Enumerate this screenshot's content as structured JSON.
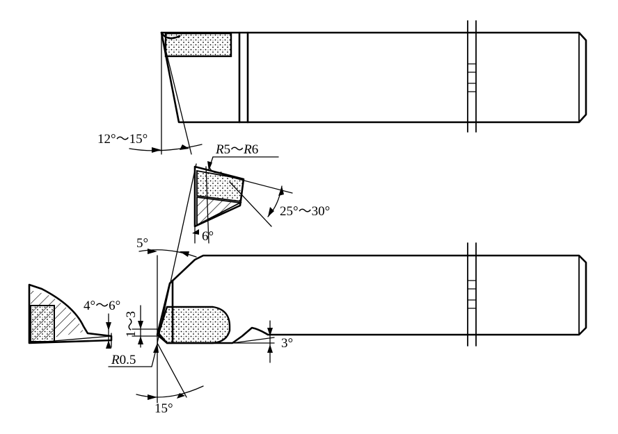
{
  "labels": {
    "top_angle": "12°～15°",
    "radius_range_a": "R",
    "radius_range_b": "5～",
    "radius_range_c": "R",
    "radius_range_d": "6",
    "rake_angle": "25°～30°",
    "angle_6": "6°",
    "angle_5": "5°",
    "angle_4_6": "4°～6°",
    "land_range": "1～3",
    "radius_small_a": "R",
    "radius_small_b": "0.5",
    "angle_3": "3°",
    "angle_15": "15°"
  },
  "colors": {
    "line": "#000000",
    "background": "#ffffff"
  }
}
